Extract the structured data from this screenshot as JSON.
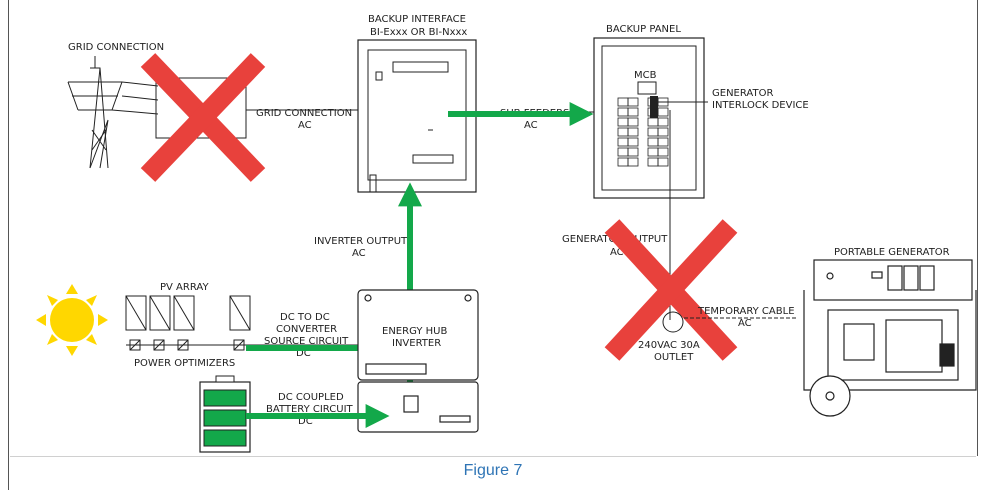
{
  "caption": "Figure 7",
  "labels": {
    "grid_connection": "GRID CONNECTION",
    "backup_interface_1": "BACKUP INTERFACE",
    "backup_interface_2": "BI-Exxx OR BI-Nxxx",
    "grid_conn_ac_1": "GRID CONNECTION",
    "grid_conn_ac_2": "AC",
    "sub_feeders_1": "SUB FEEDERS",
    "sub_feeders_2": "AC",
    "backup_panel": "BACKUP PANEL",
    "mcb": "MCB",
    "gen_interlock_1": "GENERATOR",
    "gen_interlock_2": "INTERLOCK DEVICE",
    "inverter_output_1": "INVERTER OUTPUT",
    "inverter_output_2": "AC",
    "generator_output_1": "GENERATOR OUTPUT",
    "generator_output_2": "AC",
    "portable_generator": "PORTABLE GENERATOR",
    "pv_array": "PV ARRAY",
    "dc_to_dc_1": "DC TO DC",
    "dc_to_dc_2": "CONVERTER",
    "dc_to_dc_3": "SOURCE CIRCUIT",
    "dc_to_dc_4": "DC",
    "energy_hub_1": "ENERGY HUB",
    "energy_hub_2": "INVERTER",
    "temp_cable_1": "TEMPORARY CABLE",
    "temp_cable_2": "AC",
    "outlet_1": "240VAC 30A",
    "outlet_2": "OUTLET",
    "power_optimizers": "POWER OPTIMIZERS",
    "dc_coupled_1": "DC COUPLED",
    "dc_coupled_2": "BATTERY CIRCUIT",
    "dc_coupled_3": "DC"
  },
  "colors": {
    "arrow": "#13a84a",
    "cross": "#e8413c",
    "sun": "#ffd700",
    "battery": "#13a84a",
    "line": "#222222",
    "caption": "#2e74b5"
  },
  "icons": [
    "transmission-tower-icon",
    "sun-icon",
    "solar-panel-icon",
    "battery-icon",
    "generator-icon",
    "cross-out-icon"
  ]
}
